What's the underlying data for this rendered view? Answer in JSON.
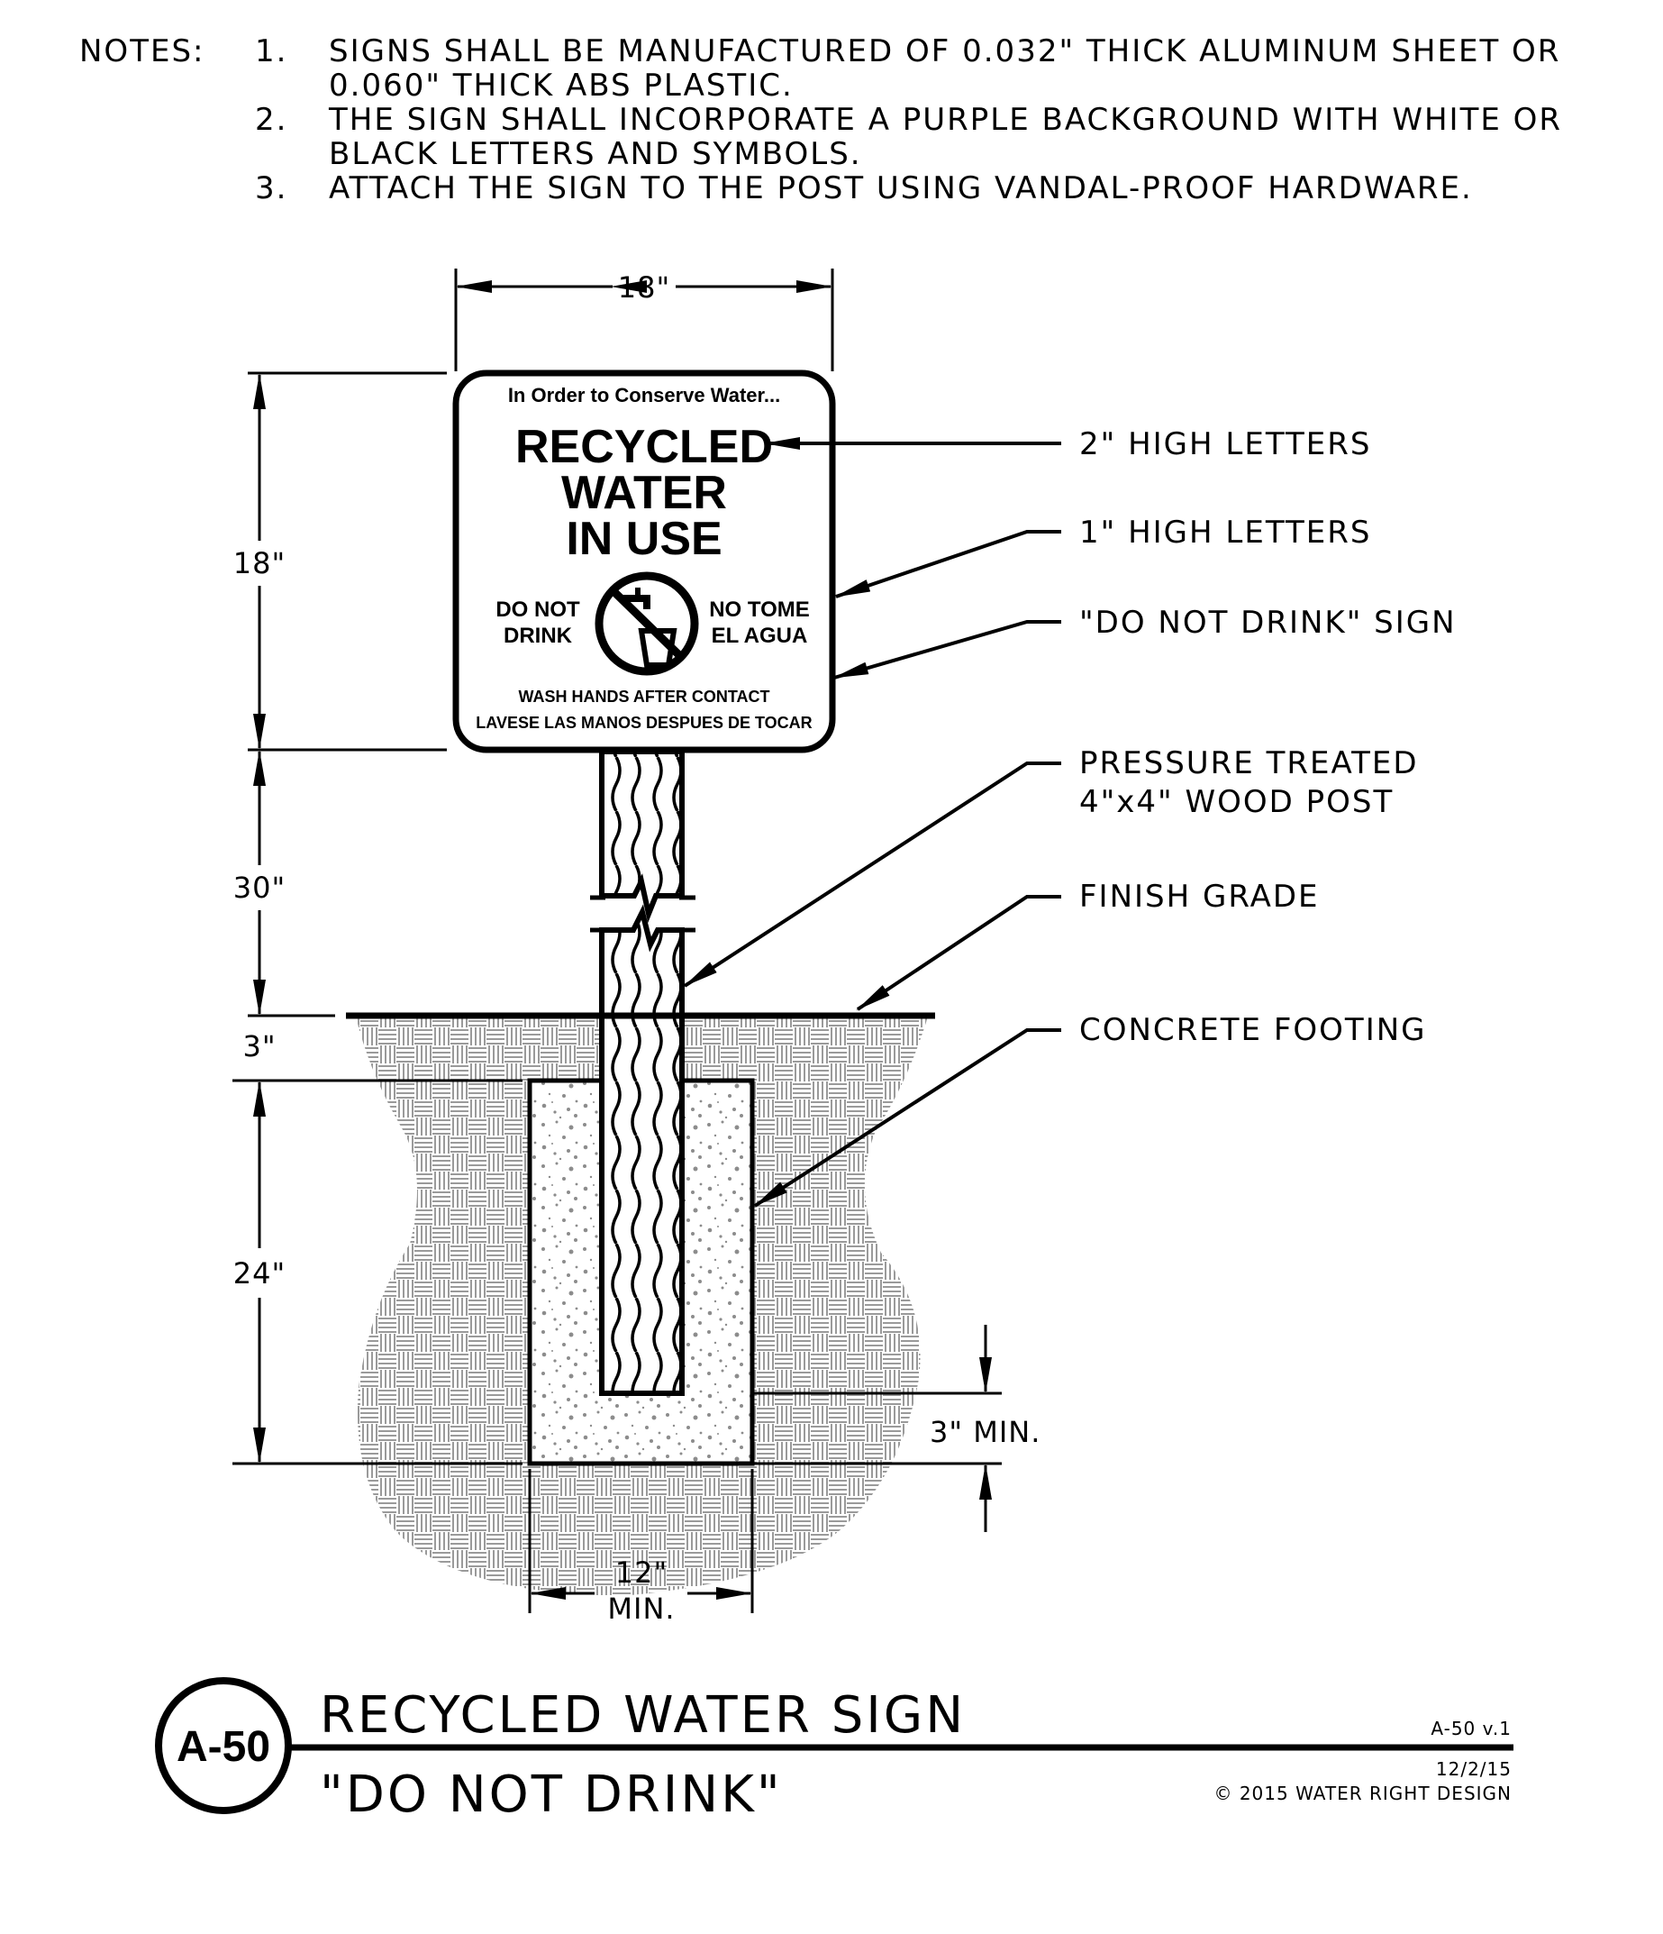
{
  "notes": {
    "heading": "NOTES:",
    "items": [
      {
        "num": "1.",
        "lines": [
          "SIGNS SHALL BE MANUFACTURED OF 0.032\" THICK ALUMINUM SHEET OR",
          "0.060\" THICK ABS PLASTIC."
        ]
      },
      {
        "num": "2.",
        "lines": [
          "THE SIGN SHALL INCORPORATE A PURPLE BACKGROUND WITH WHITE OR",
          "BLACK LETTERS AND SYMBOLS."
        ]
      },
      {
        "num": "3.",
        "lines": [
          "ATTACH THE SIGN TO THE POST USING VANDAL-PROOF HARDWARE."
        ]
      }
    ]
  },
  "sign": {
    "top": "In Order to Conserve Water...",
    "big": [
      "RECYCLED",
      "WATER",
      "IN USE"
    ],
    "left": [
      "DO NOT",
      "DRINK"
    ],
    "right": [
      "NO TOME",
      "EL AGUA"
    ],
    "bottom": [
      "WASH HANDS AFTER CONTACT",
      "LAVESE LAS MANOS DESPUES DE TOCAR"
    ]
  },
  "dimensions": {
    "width": "18\"",
    "sign_height": "18\"",
    "post_above": "30\"",
    "grade_gap": "3\"",
    "footing_depth": "24\"",
    "bottom_min": "3\" MIN.",
    "footing_width": [
      "12\"",
      "MIN."
    ]
  },
  "callouts": {
    "letters_2": "2\" HIGH LETTERS",
    "letters_1": "1\" HIGH LETTERS",
    "do_not_drink": "\"DO NOT DRINK\" SIGN",
    "post": [
      "PRESSURE TREATED",
      "4\"x4\" WOOD POST"
    ],
    "grade": "FINISH GRADE",
    "footing": "CONCRETE FOOTING"
  },
  "title_block": {
    "badge": "A-50",
    "title": "RECYCLED WATER SIGN",
    "subtitle": "\"DO NOT DRINK\"",
    "version": "A-50 v.1",
    "date": "12/2/15",
    "copyright": "© 2015 WATER RIGHT DESIGN"
  },
  "colors": {
    "ink": "#000000",
    "soil": "#9a9a9a",
    "concrete_speck": "#8c8c8c"
  }
}
